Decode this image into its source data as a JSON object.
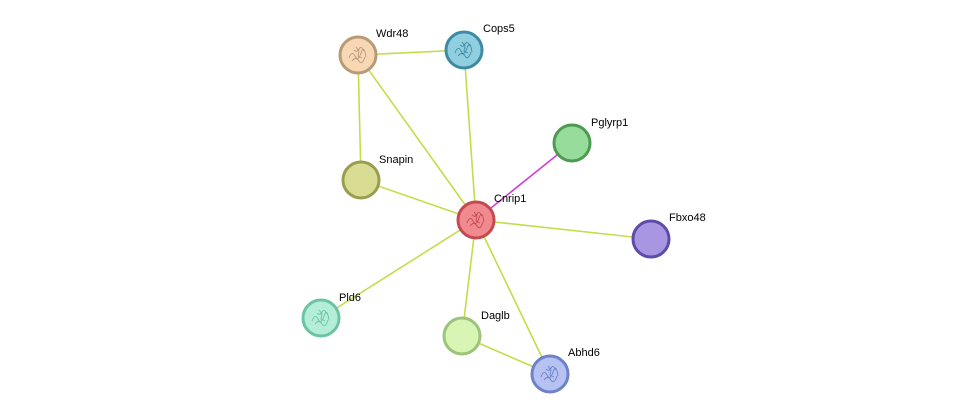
{
  "nodes": [
    {
      "id": "Cnrip1",
      "label": "Cnrip1",
      "fill": "#f08a8f",
      "stroke": "#c44a52",
      "icon": "protein-structure-icon"
    },
    {
      "id": "Wdr48",
      "label": "Wdr48",
      "fill": "#f8d7b5",
      "stroke": "#b89a75",
      "icon": "protein-structure-icon"
    },
    {
      "id": "Cops5",
      "label": "Cops5",
      "fill": "#8fcfe0",
      "stroke": "#3f8aa3",
      "icon": "protein-structure-icon"
    },
    {
      "id": "Pglyrp1",
      "label": "Pglyrp1",
      "fill": "#97dc9a",
      "stroke": "#4e9a52",
      "icon": "none"
    },
    {
      "id": "Snapin",
      "label": "Snapin",
      "fill": "#d9dc93",
      "stroke": "#9a9d4e",
      "icon": "none"
    },
    {
      "id": "Fbxo48",
      "label": "Fbxo48",
      "fill": "#a996e2",
      "stroke": "#5f4ba8",
      "icon": "none"
    },
    {
      "id": "Pld6",
      "label": "Pld6",
      "fill": "#b4eed8",
      "stroke": "#6cc4a3",
      "icon": "protein-structure-icon"
    },
    {
      "id": "Daglb",
      "label": "Daglb",
      "fill": "#d8f5b4",
      "stroke": "#9cc47a",
      "icon": "none"
    },
    {
      "id": "Abhd6",
      "label": "Abhd6",
      "fill": "#b6c3f2",
      "stroke": "#6f82c9",
      "icon": "protein-structure-icon"
    }
  ],
  "edges": [
    {
      "from": "Cnrip1",
      "to": "Pglyrp1",
      "color": "#d23fd6"
    },
    {
      "from": "Cnrip1",
      "to": "Wdr48",
      "color": "#c5dc4a"
    },
    {
      "from": "Cnrip1",
      "to": "Cops5",
      "color": "#c5dc4a"
    },
    {
      "from": "Cnrip1",
      "to": "Snapin",
      "color": "#c5dc4a"
    },
    {
      "from": "Cnrip1",
      "to": "Fbxo48",
      "color": "#c5dc4a"
    },
    {
      "from": "Cnrip1",
      "to": "Pld6",
      "color": "#c5dc4a"
    },
    {
      "from": "Cnrip1",
      "to": "Daglb",
      "color": "#c5dc4a"
    },
    {
      "from": "Cnrip1",
      "to": "Abhd6",
      "color": "#c5dc4a"
    },
    {
      "from": "Wdr48",
      "to": "Cops5",
      "color": "#c5dc4a"
    },
    {
      "from": "Wdr48",
      "to": "Snapin",
      "color": "#c5dc4a"
    },
    {
      "from": "Daglb",
      "to": "Abhd6",
      "color": "#c5dc4a"
    }
  ]
}
